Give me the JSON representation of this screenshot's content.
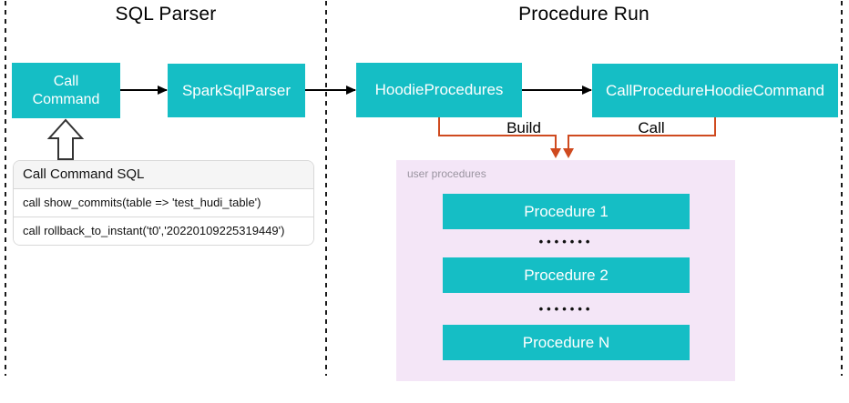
{
  "sections": {
    "left_title": "SQL Parser",
    "right_title": "Procedure Run"
  },
  "nodes": {
    "call_command": "Call Command",
    "spark_sql_parser": "SparkSqlParser",
    "hoodie_procedures": "HoodieProcedures",
    "call_procedure_hoodie_command": "CallProcedureHoodieCommand"
  },
  "connectors": {
    "build_label": "Build",
    "call_label": "Call"
  },
  "sql_panel": {
    "header": "Call Command SQL",
    "rows": [
      "call show_commits(table => 'test_hudi_table')",
      "call rollback_to_instant('t0','20220109225319449')"
    ]
  },
  "procedures_panel": {
    "title": "user procedures",
    "items": [
      "Procedure 1",
      "Procedure 2",
      "Procedure N"
    ],
    "separator": "•••••••"
  },
  "colors": {
    "node_fill": "#15bec5",
    "node_text": "#ffffff",
    "connector_black": "#000000",
    "connector_red": "#cf4a1f",
    "panel_purple": "#f4e6f7",
    "table_header_bg": "#f5f5f5",
    "table_border": "#d8d8d8",
    "dashed_line": "#1a1a1a"
  }
}
